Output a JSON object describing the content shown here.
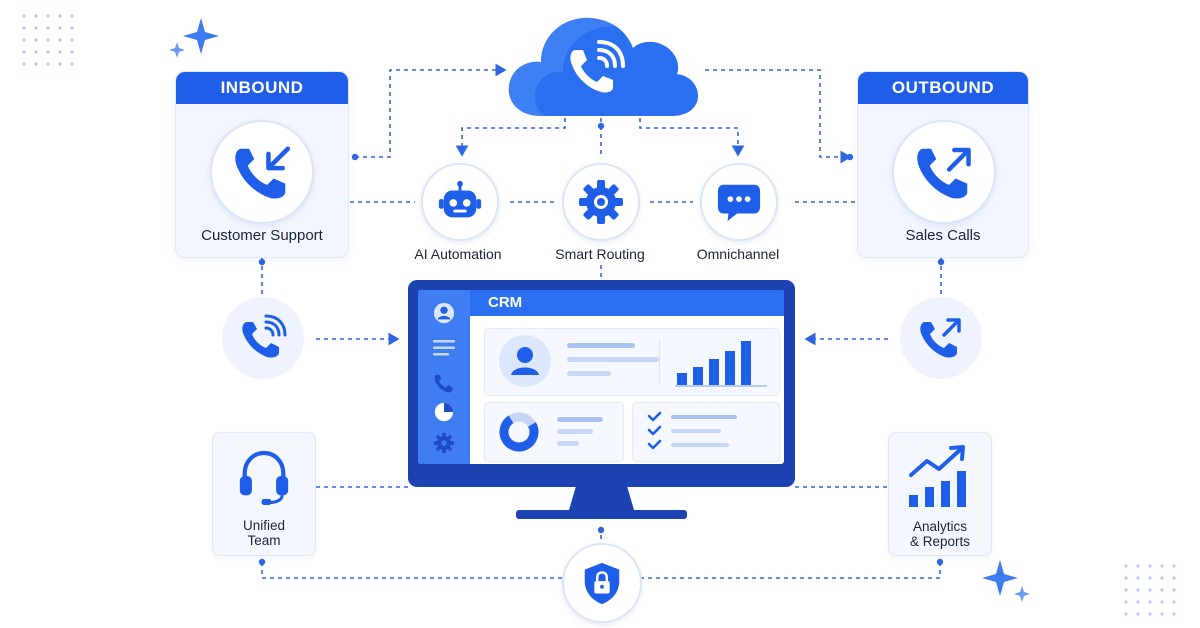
{
  "colors": {
    "primary": "#1f5ee8",
    "dark": "#1d43b3",
    "line": "#2f66e0",
    "panel": "#f3f6fd"
  },
  "inbound": {
    "header": "INBOUND",
    "label": "Customer Support",
    "icon": "phone-incoming-icon"
  },
  "outbound": {
    "header": "OUTBOUND",
    "label": "Sales Calls",
    "icon": "phone-outgoing-icon"
  },
  "cloud": {
    "icon": "cloud-phone-icon"
  },
  "features": [
    {
      "label": "AI Automation",
      "icon": "robot-icon"
    },
    {
      "label": "Smart Routing",
      "icon": "gear-icon"
    },
    {
      "label": "Omnichannel",
      "icon": "chat-bubble-icon"
    }
  ],
  "crm": {
    "title": "CRM"
  },
  "bottom_left": {
    "line1": "Unified",
    "line2": "Team",
    "icon": "headset-icon"
  },
  "bottom_right": {
    "line1": "Analytics",
    "line2": "& Reports",
    "icon": "analytics-icon"
  },
  "security": {
    "icon": "shield-lock-icon"
  }
}
